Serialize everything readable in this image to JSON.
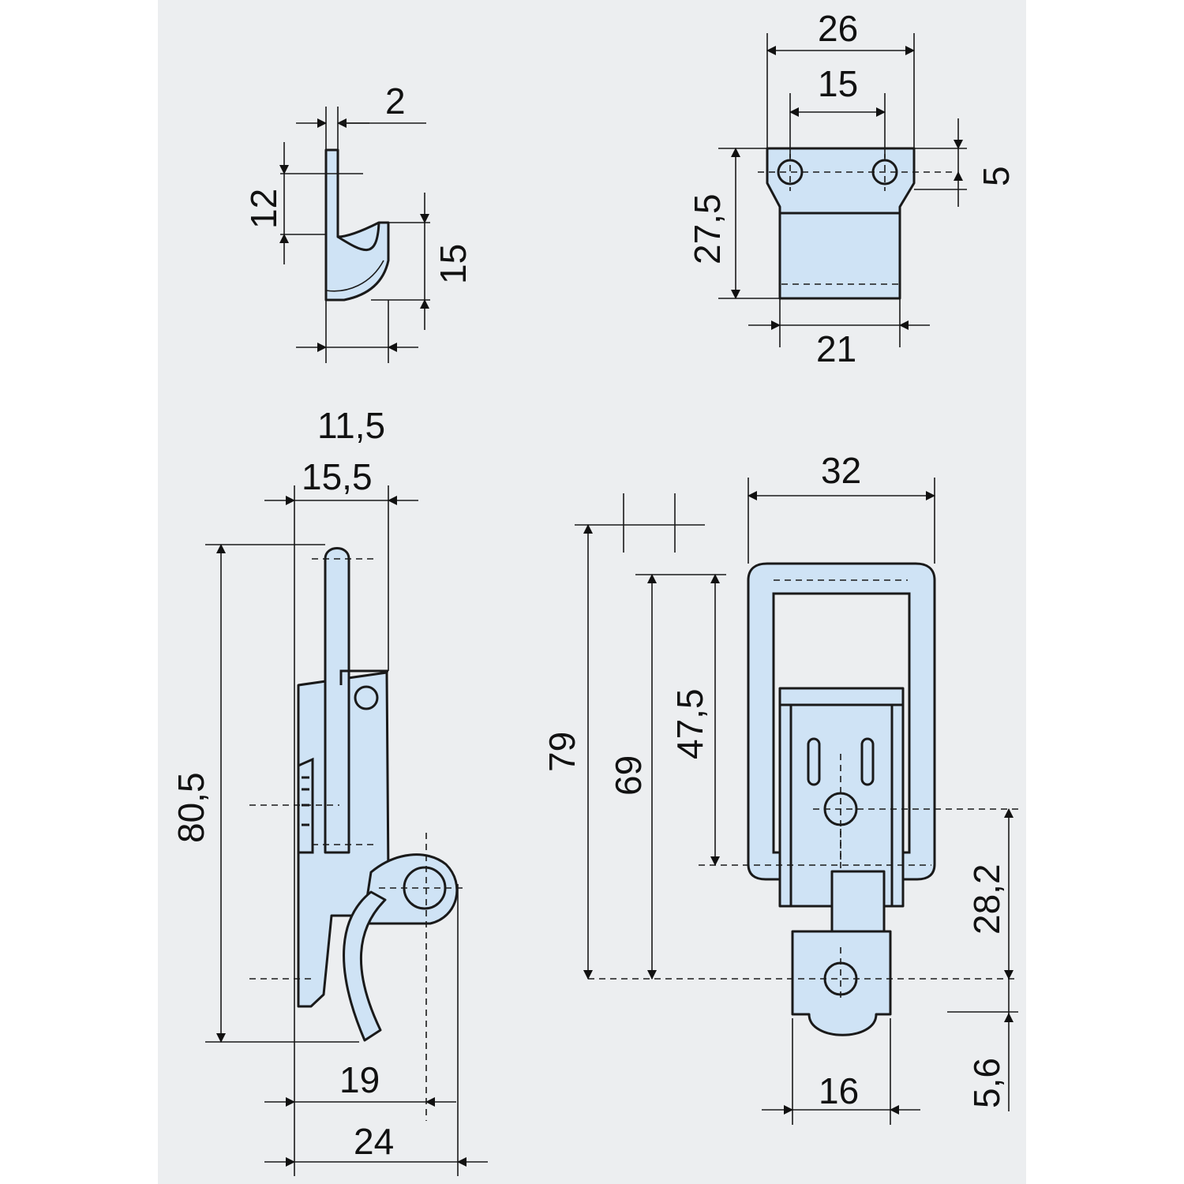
{
  "colors": {
    "background": "#eceef0",
    "part": "#cfe3f5",
    "line": "#1a1a1a"
  },
  "views": {
    "hook_side": {
      "dims": {
        "thickness": "2",
        "hook_height": "12",
        "mouth": "15"
      }
    },
    "hook_front": {
      "dims": {
        "width_outer": "26",
        "hole_pitch": "15",
        "hole_offset": "5",
        "height": "27,5",
        "width_base": "21"
      }
    },
    "latch_side": {
      "dims": {
        "offset_a": "11,5",
        "offset_b": "15,5",
        "height": "80,5",
        "depth_a": "19",
        "depth_b": "24"
      }
    },
    "latch_front": {
      "dims": {
        "width": "32",
        "overall_length": "79",
        "pitch_length": "69",
        "bail_length": "47,5",
        "hole_to_hole": "28,2",
        "tip": "5,6",
        "tongue_width": "16"
      }
    }
  }
}
